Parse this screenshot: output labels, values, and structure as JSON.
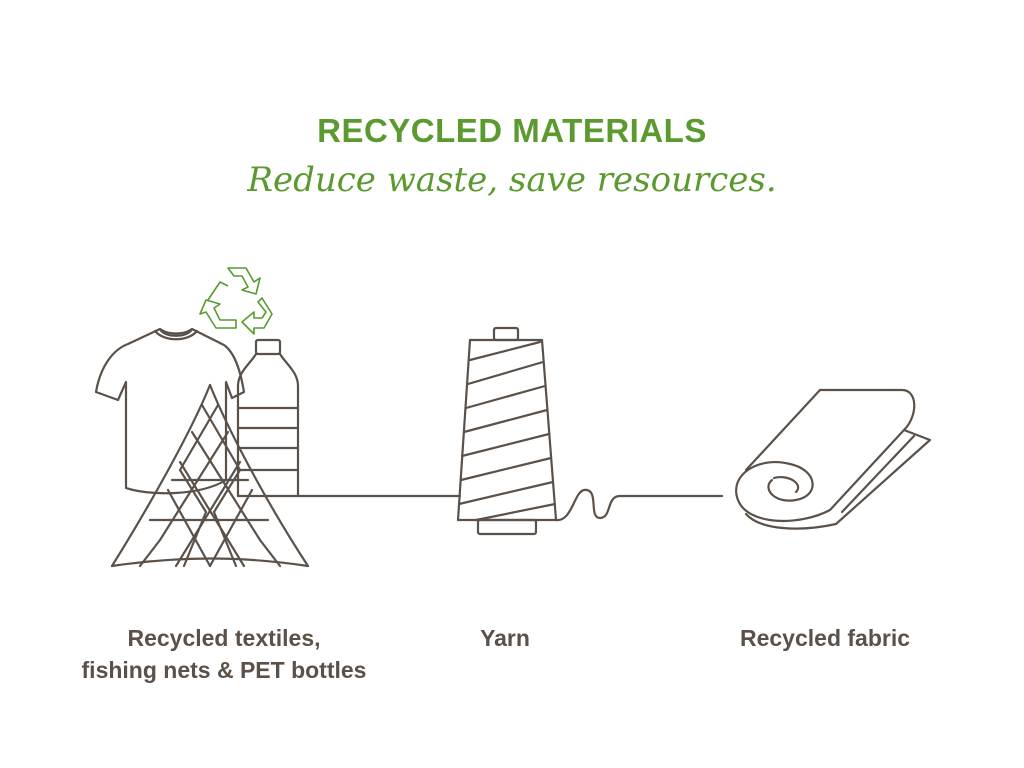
{
  "header": {
    "title": "RECYCLED MATERIALS",
    "subtitle": "Reduce waste, save resources."
  },
  "steps": [
    {
      "label_line1": "Recycled textiles,",
      "label_line2": "fishing nets & PET bottles",
      "icons": [
        "tshirt-icon",
        "fishing-net-icon",
        "pet-bottle-icon",
        "recycle-icon"
      ]
    },
    {
      "label": "Yarn",
      "icons": [
        "yarn-cone-icon"
      ]
    },
    {
      "label": "Recycled fabric",
      "icons": [
        "fabric-roll-icon"
      ]
    }
  ],
  "colors": {
    "accent_green": "#5a9a2f",
    "line_brown": "#5b5149",
    "background": "#ffffff"
  }
}
